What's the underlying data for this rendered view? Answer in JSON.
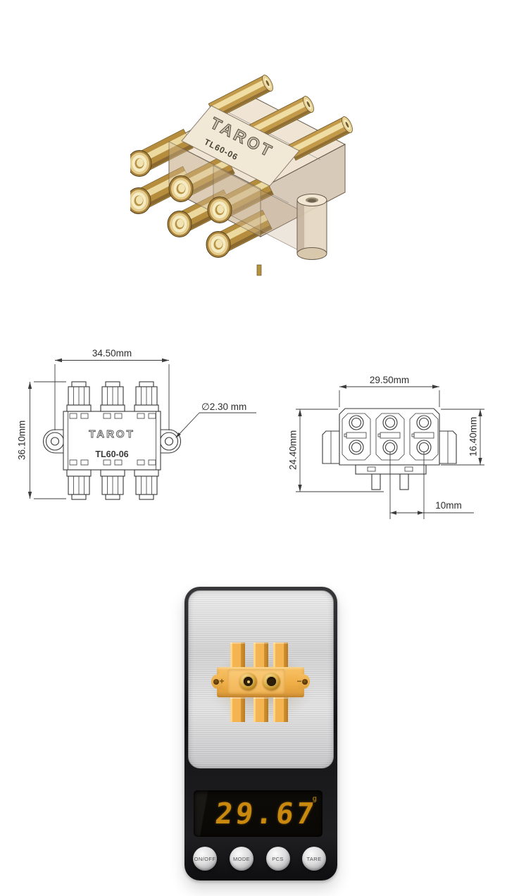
{
  "colors": {
    "background": "#ffffff",
    "housing_tan": "#d6c0a4",
    "connector_gold": "#c9a050",
    "drawing_line": "#3a3a3a",
    "connector_yellow": "#f3b451",
    "scale_body_black": "#1b1b1d",
    "lcd_amber": "#c9880e"
  },
  "render": {
    "brand": "TAROT",
    "model": "TL60-06"
  },
  "front_view": {
    "brand": "TAROT",
    "model": "TL60-06",
    "dim_width": "34.50mm",
    "dim_height": "36.10mm",
    "dim_hole_diameter": "∅2.30 mm"
  },
  "side_view": {
    "dim_width": "29.50mm",
    "dim_total_height": "24.40mm",
    "dim_body_height": "16.40mm",
    "dim_pin_pitch": "10mm"
  },
  "scale": {
    "display_value": "29.67",
    "display_unit": "g",
    "buttons": [
      {
        "label": "ON/OFF"
      },
      {
        "label": "MODE"
      },
      {
        "label": "PCS"
      },
      {
        "label": "TARE"
      }
    ],
    "connector": {
      "positive_mark": "+",
      "negative_mark": "−"
    }
  }
}
